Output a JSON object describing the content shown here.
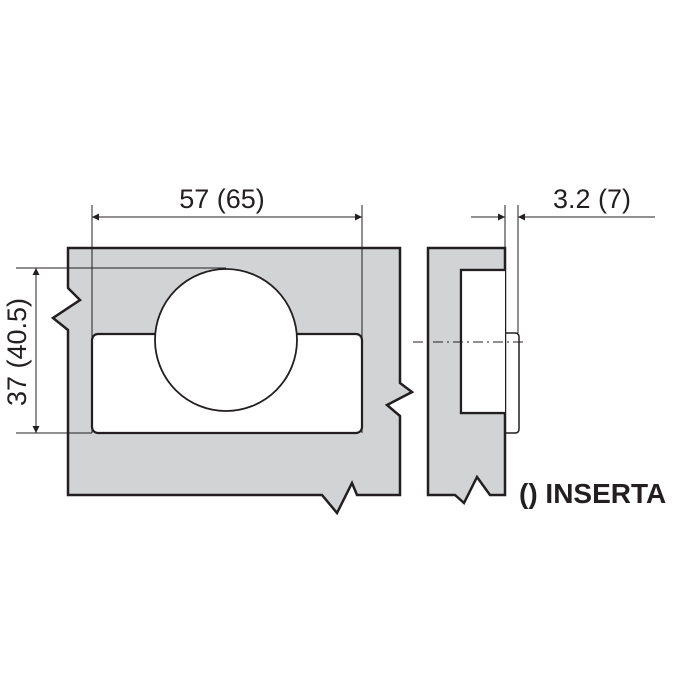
{
  "diagram": {
    "type": "technical-drawing",
    "subject": "hinge cup drilling dimensions",
    "colors": {
      "panel_fill": "#d1d3d4",
      "outline": "#231f20",
      "background": "#ffffff"
    },
    "dimensions": {
      "width_label": "57 (65)",
      "height_label": "37 (40.5)",
      "offset_label": "3.2 (7)"
    },
    "legend": {
      "text": "() INSERTA"
    }
  }
}
